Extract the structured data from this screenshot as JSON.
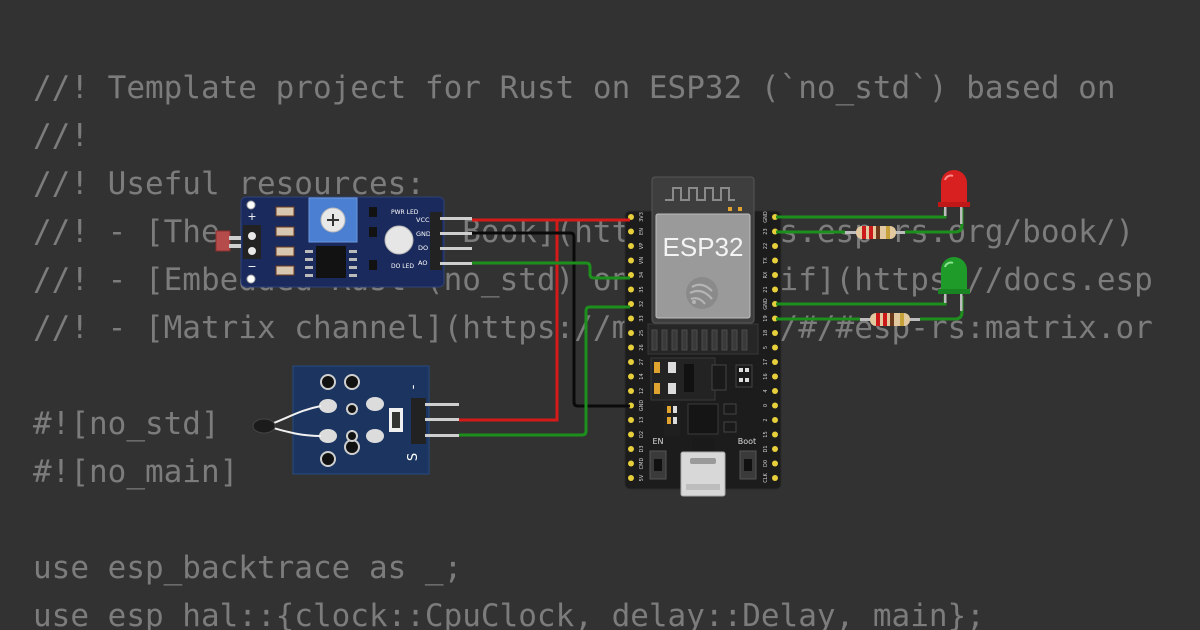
{
  "code": {
    "lines": [
      "//! Template project for Rust on ESP32 (`no_std`) based on",
      "//!",
      "//! Useful resources:",
      "//! - [The Rust on ESP Book](https://docs.esp-rs.org/book/)",
      "//! - [Embedded Rust (no_std) on Espressif](https://docs.esp",
      "//! - [Matrix channel](https://matrix.to/#/#esp-rs:matrix.or",
      "",
      "#![no_std]",
      "#![no_main]",
      "",
      "use esp_backtrace as _;",
      "use esp_hal::{clock::CpuClock, delay::Delay, main};"
    ]
  },
  "circuit": {
    "board": {
      "chip_label": "ESP32",
      "en_label": "EN",
      "boot_label": "Boot",
      "left_pins": [
        "3V3",
        "EN",
        "VP",
        "VN",
        "34",
        "35",
        "32",
        "33",
        "25",
        "26",
        "27",
        "14",
        "12",
        "GND",
        "13",
        "D2",
        "D3",
        "CMD",
        "5V"
      ],
      "right_pins": [
        "GND",
        "23",
        "22",
        "TX",
        "RX",
        "21",
        "GND",
        "19",
        "18",
        "5",
        "17",
        "16",
        "4",
        "0",
        "2",
        "15",
        "D1",
        "D0",
        "CLK"
      ]
    },
    "ldr_module": {
      "pins": [
        "VCC",
        "GND",
        "DO",
        "AO"
      ],
      "pwr_led_label": "PWR LED",
      "do_led_label": "DO LED",
      "plus_label": "+",
      "minus_label": "−"
    },
    "temp_module": {
      "minus_label": "-",
      "s_label": "S"
    },
    "leds": [
      {
        "color": "red"
      },
      {
        "color": "green"
      }
    ],
    "wire_colors": {
      "power": "#d51a1a",
      "ground": "#0a0a0a",
      "signal": "#1d8f1d"
    }
  }
}
